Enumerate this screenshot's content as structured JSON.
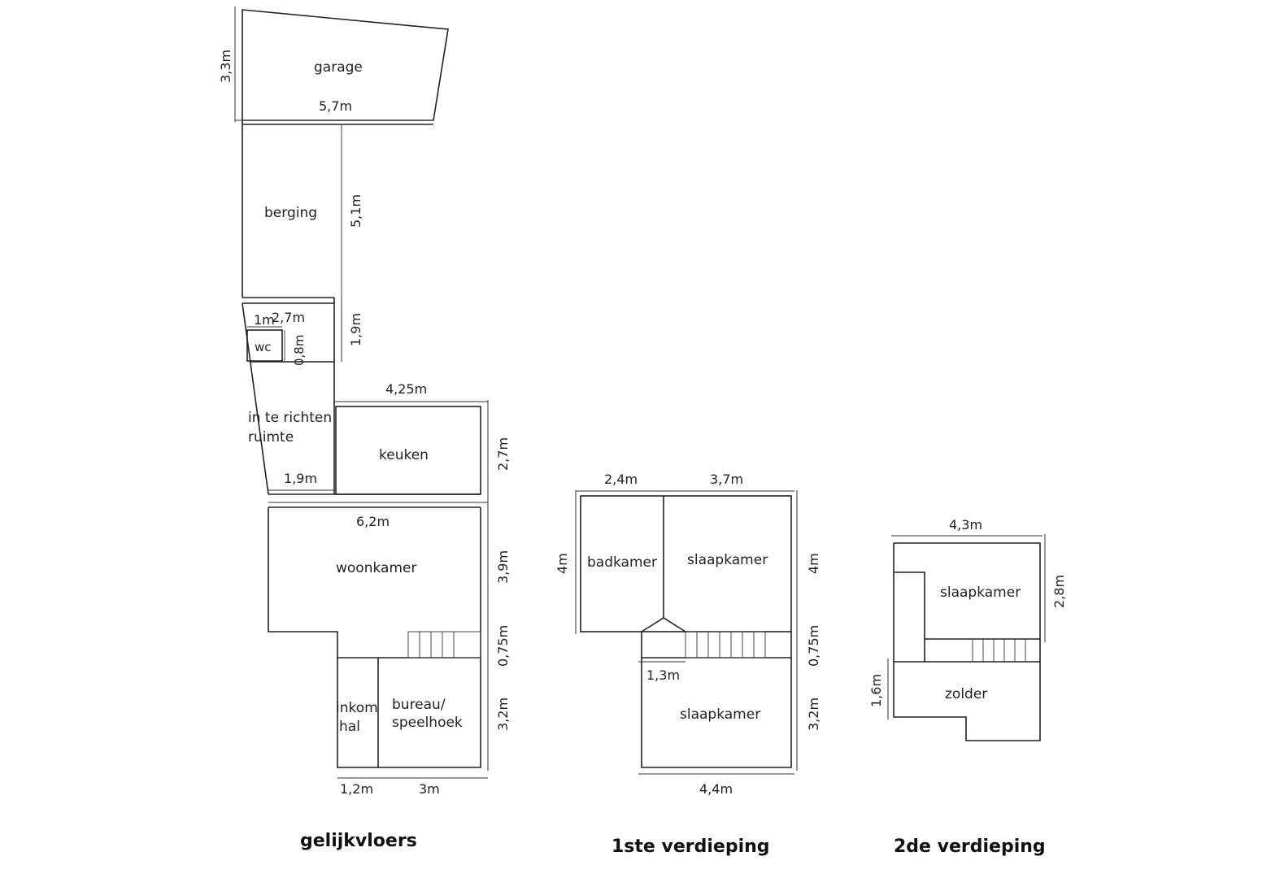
{
  "floors": {
    "ground": "gelijkvloers",
    "first": "1ste verdieping",
    "second": "2de verdieping"
  },
  "rooms": {
    "garage": "garage",
    "berging": "berging",
    "wc": "wc",
    "inrichten_1": "in te richten",
    "inrichten_2": "ruimte",
    "keuken": "keuken",
    "woonkamer": "woonkamer",
    "inkom_1": "inkom",
    "inkom_2": "hal",
    "bureau_1": "bureau/",
    "bureau_2": "speelhoek",
    "badkamer": "badkamer",
    "slaapkamer_1a": "slaapkamer",
    "slaapkamer_1b": "slaapkamer",
    "slaapkamer_2": "slaapkamer",
    "zolder": "zolder"
  },
  "dimensions": {
    "garage_height": "3,3m",
    "garage_width": "5,7m",
    "berging_height": "5,1m",
    "hall_width": "2,7m",
    "wc_width": "1m",
    "wc_height": "0,8m",
    "hall_height": "1,9m",
    "keuken_width": "4,25m",
    "keuken_height": "2,7m",
    "inrichten_width": "1,9m",
    "woonkamer_width": "6,2m",
    "woonkamer_height": "3,9m",
    "stair_gf": "0,75m",
    "bureau_height": "3,2m",
    "inkom_width": "1,2m",
    "bureau_width": "3m",
    "bad_width": "2,4m",
    "slaap1_width": "3,7m",
    "f1_left_height": "4m",
    "f1_right_height": "4m",
    "stair_f1": "0,75m",
    "landing_width": "1,3m",
    "slaap1b_height": "3,2m",
    "slaap1b_width": "4,4m",
    "f2_width": "4,3m",
    "f2_height": "2,8m",
    "zolder_height": "1,6m"
  }
}
